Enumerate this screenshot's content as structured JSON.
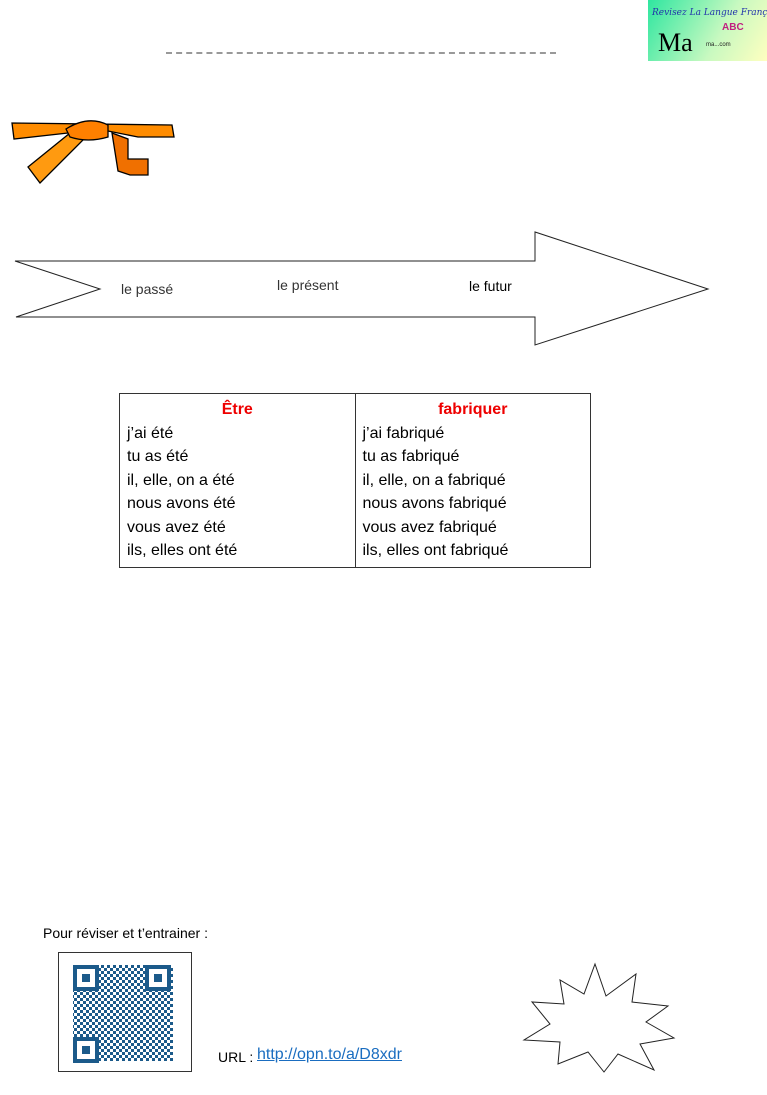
{
  "logo": {
    "title": "Revisez La Langue Française",
    "mark": "Ma",
    "abc": "ABC",
    "site": "ma...com"
  },
  "timeline": {
    "past": "le passé",
    "present": "le présent",
    "future": "le futur"
  },
  "table": {
    "headers": [
      "Être",
      "fabriquer"
    ],
    "col1": [
      "j’ai été",
      "tu as été",
      "il, elle, on a été",
      "nous avons été",
      "vous avez été",
      "ils, elles ont été"
    ],
    "col2": [
      "j’ai fabriqué",
      "tu as fabriqué",
      "il, elle, on a fabriqué",
      "nous avons fabriqué",
      "vous avez fabriqué",
      "ils, elles ont fabriqué"
    ]
  },
  "footer": {
    "revise": "Pour réviser et t’entrainer :",
    "url_label": "URL :",
    "url": "http://opn.to/a/D8xdr"
  },
  "colors": {
    "belt": "#ff8c00",
    "header_red": "#ee0000",
    "link": "#1a6dc0"
  }
}
